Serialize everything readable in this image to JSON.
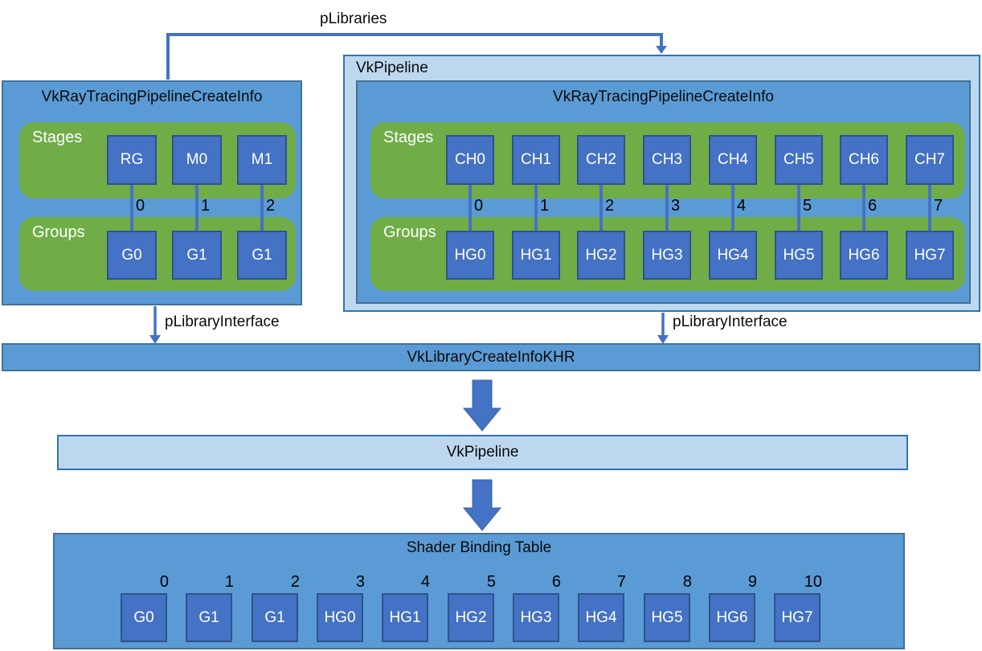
{
  "connectors": {
    "plibraries_label": "pLibraries",
    "plibrary_interface_left_label": "pLibraryInterface",
    "plibrary_interface_right_label": "pLibraryInterface"
  },
  "left_library": {
    "title": "VkRayTracingPipelineCreateInfo",
    "stages_label": "Stages",
    "groups_label": "Groups",
    "stages": [
      "RG",
      "M0",
      "M1"
    ],
    "indices": [
      "0",
      "1",
      "2"
    ],
    "groups": [
      "G0",
      "G1",
      "G1"
    ]
  },
  "right_pipeline": {
    "title": "VkPipeline",
    "create_info": {
      "title": "VkRayTracingPipelineCreateInfo",
      "stages_label": "Stages",
      "groups_label": "Groups",
      "stages": [
        "CH0",
        "CH1",
        "CH2",
        "CH3",
        "CH4",
        "CH5",
        "CH6",
        "CH7"
      ],
      "indices": [
        "0",
        "1",
        "2",
        "3",
        "4",
        "5",
        "6",
        "7"
      ],
      "groups": [
        "HG0",
        "HG1",
        "HG2",
        "HG3",
        "HG4",
        "HG5",
        "HG6",
        "HG7"
      ]
    }
  },
  "library_create_info_bar": {
    "label": "VkLibraryCreateInfoKHR"
  },
  "pipeline_bar": {
    "label": "VkPipeline"
  },
  "shader_binding_table": {
    "title": "Shader Binding Table",
    "indices": [
      "0",
      "1",
      "2",
      "3",
      "4",
      "5",
      "6",
      "7",
      "8",
      "9",
      "10"
    ],
    "entries": [
      "G0",
      "G1",
      "G1",
      "HG0",
      "HG1",
      "HG2",
      "HG3",
      "HG4",
      "HG5",
      "HG6",
      "HG7"
    ]
  },
  "colors": {
    "container_blue": "#5B9BD5",
    "container_blue_border": "#41719C",
    "light_blue": "#BDD7EE",
    "light_blue_border": "#2E74B5",
    "green": "#70AD47",
    "square_blue": "#4472C4",
    "square_blue_border": "#2F528F",
    "arrow_blue": "#4472C4",
    "text_dark": "#000000",
    "text_light": "#FFFFFF"
  }
}
